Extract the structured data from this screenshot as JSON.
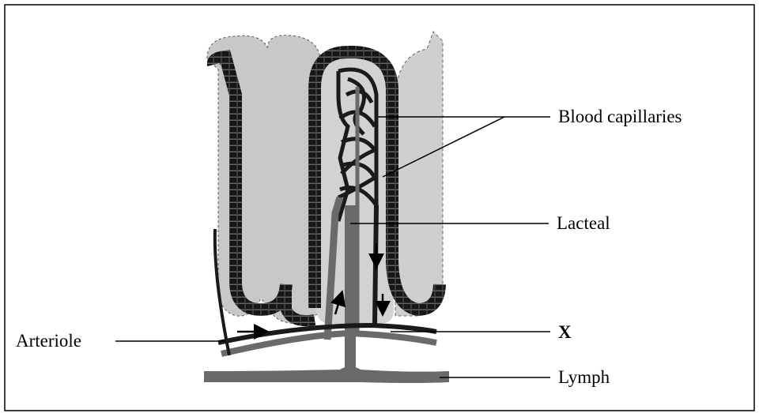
{
  "labels": {
    "blood_capillaries": "Blood capillaries",
    "lacteal": "Lacteal",
    "arteriole": "Arteriole",
    "x": "X",
    "lymph": "Lymph"
  },
  "colors": {
    "background": "#ffffff",
    "villus_fill": "#c8c8c8",
    "lamina_fill": "#d2d2d2",
    "epithelium": "#2e2e2e",
    "vessel_dark": "#1a1a1a",
    "lymph_vessel": "#6a6a6a",
    "frame": "#000000"
  },
  "icons": [
    "flow-arrow-icon"
  ]
}
